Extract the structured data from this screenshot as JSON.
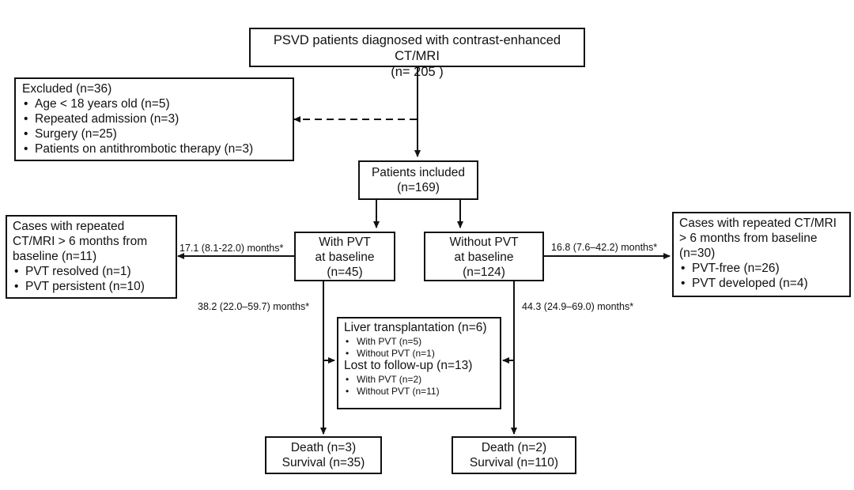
{
  "top": {
    "line1": "PSVD patients diagnosed with contrast-enhanced CT/MRI",
    "line2": "(n= 205 )"
  },
  "excluded": {
    "title": "Excluded (n=36)",
    "items": [
      "Age < 18 years old (n=5)",
      "Repeated admission (n=3)",
      "Surgery (n=25)",
      "Patients on antithrombotic therapy (n=3)"
    ]
  },
  "included": {
    "line1": "Patients included",
    "line2": "(n=169)"
  },
  "with_pvt": {
    "line1": "With PVT",
    "line2": "at baseline",
    "line3": "(n=45)"
  },
  "without_pvt": {
    "line1": "Without PVT",
    "line2": "at baseline",
    "line3": "(n=124)"
  },
  "left_repeat": {
    "line1": "Cases with repeated",
    "line2": "CT/MRI > 6 months from",
    "line3": "baseline (n=11)",
    "items": [
      "PVT resolved (n=1)",
      "PVT persistent (n=10)"
    ]
  },
  "right_repeat": {
    "line1": "Cases with repeated CT/MRI",
    "line2": "> 6 months from baseline",
    "line3": "(n=30)",
    "items": [
      "PVT-free (n=26)",
      "PVT developed (n=4)"
    ]
  },
  "middle": {
    "lt_title": "Liver transplantation (n=6)",
    "lt_items": [
      "With PVT (n=5)",
      "Without PVT (n=1)"
    ],
    "lost_title": "Lost to follow-up (n=13)",
    "lost_items": [
      "With PVT (n=2)",
      "Without PVT (n=11)"
    ]
  },
  "death_left": {
    "line1": "Death (n=3)",
    "line2": "Survival (n=35)"
  },
  "death_right": {
    "line1": "Death (n=2)",
    "line2": "Survival (n=110)"
  },
  "labels": {
    "left_interval": "17.1 (8.1-22.0) months*",
    "right_interval": "16.8 (7.6–42.2) months*",
    "left_followup": "38.2 (22.0–59.7) months*",
    "right_followup": "44.3 (24.9–69.0) months*"
  }
}
